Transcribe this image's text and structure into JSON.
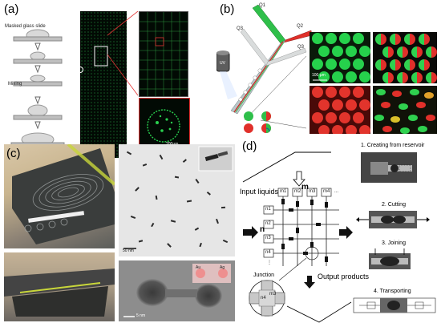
{
  "panels": {
    "a": {
      "label": "(a)",
      "steps": [
        "Masked glass slide",
        "Mixing"
      ],
      "scale": "200μm"
    },
    "b": {
      "label": "(b)",
      "channels": [
        "Q1",
        "Q2",
        "Q3",
        "Q3"
      ],
      "uv": "UV",
      "scale": "100 μm"
    },
    "c": {
      "label": "(c)",
      "scale1": "50 nm",
      "scale2": "5 nm",
      "inset1": "Au",
      "inset2": "Ag"
    },
    "d": {
      "label": "(d)",
      "input_liquids": "Input liquids",
      "m": "m",
      "n": "n",
      "cols": [
        "m1",
        "m2",
        "m3",
        "m4",
        "..."
      ],
      "rows": [
        "n1",
        "n2",
        "n3",
        "n4",
        "⋮"
      ],
      "junction": "Junction",
      "junction_n": "n4",
      "junction_m": "m3",
      "output": "Output products",
      "ops": [
        "1. Creating from reservoir",
        "2. Cutting",
        "3. Joining",
        "4. Transporting"
      ]
    }
  },
  "colors": {
    "green": "#1fd14a",
    "red": "#e0302a",
    "dark": "#060806"
  }
}
